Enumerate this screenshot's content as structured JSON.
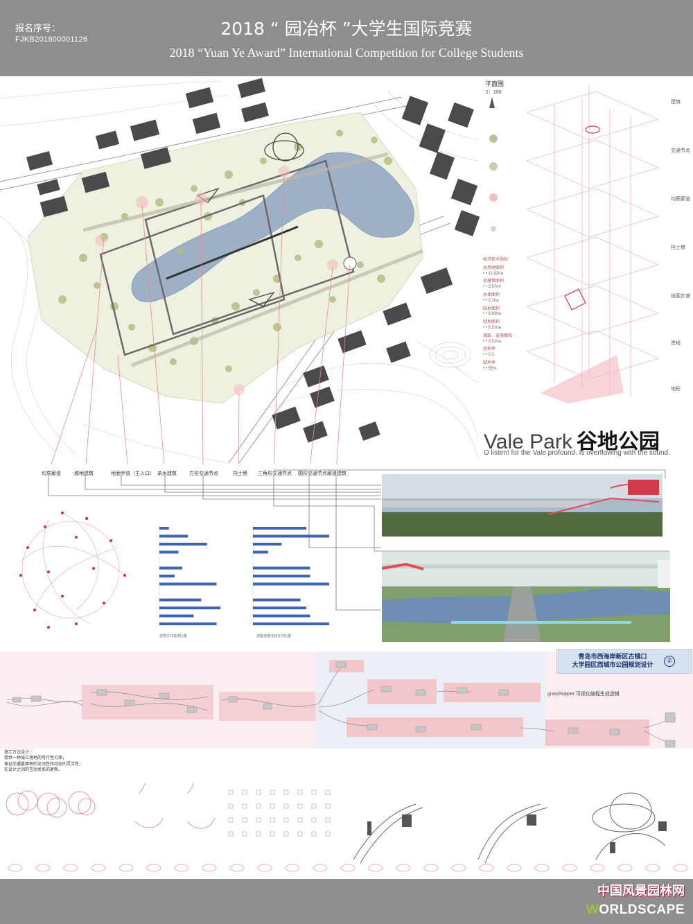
{
  "header": {
    "reg_label": "报名序号：",
    "reg_id": "FJKB201800001126",
    "title_cn": "2018 “ 园冶杯 ”大学生国际竞赛",
    "title_en": "2018 “Yuan Ye Award” International Competition for College Students"
  },
  "plan": {
    "title": "平面图",
    "scale": "1：100"
  },
  "econ": {
    "title": "经济技术指标",
    "rows": [
      {
        "label": "总用地面积",
        "value": "• • 11.82ha"
      },
      {
        "label": "总建筑面积",
        "value": "• • 3.67m²"
      },
      {
        "label": "水体面积",
        "value": "• • 3.2ha"
      },
      {
        "label": "陆地面积",
        "value": "• • 8.62ha"
      },
      {
        "label": "绿地面积",
        "value": "• • 6.51ha"
      },
      {
        "label": "铺装、设施面积",
        "value": "• • 0.51ha"
      },
      {
        "label": "容积率",
        "value": "• • 0.3"
      },
      {
        "label": "绿地率",
        "value": "• • 55%"
      }
    ]
  },
  "layers": [
    "建筑",
    "交通节点",
    "均质廊道",
    "挡土墙",
    "地面步道",
    "岸线",
    "地形"
  ],
  "vale_park": {
    "en": "Vale Park",
    "cn": "谷地公园",
    "subtitle": "O listen! for the Vale profound. Is overflowing with the sound."
  },
  "callouts": [
    "均质廊道",
    "坡地建筑",
    "地面步道（主入口）",
    "亲水建筑",
    "方形交通节点",
    "挡土墙",
    "三角形交通节点",
    "圆形交通节点",
    "廊道建筑"
  ],
  "project": {
    "line1": "青岛市西海岸新区古镇口",
    "line2": "大学园区西城市公园规划设计",
    "num": "②"
  },
  "grasshopper_note": "grasshopper 可视化编程生成逻辑",
  "method": {
    "title": "施工方法设计：",
    "lines": [
      "提供一种施工落地的可行性方案，",
      "保证交通量面积的流动性和动态的灵活性，",
      "在设计之间的互动关系的更新。"
    ]
  },
  "charts": {
    "caption_left": "游憩方式需求比重",
    "caption_right": "游客游憩活动方式比重",
    "left": [
      5,
      15,
      25,
      10,
      0,
      12,
      8,
      30,
      0,
      22,
      32,
      18,
      30
    ],
    "right": [
      28,
      40,
      15,
      8,
      0,
      30,
      30,
      40,
      0,
      25,
      28,
      30,
      40
    ],
    "bar_color": "#3e63b2"
  },
  "colors": {
    "band": "#8e8e8e",
    "accent": "#e25a64",
    "water": "#7f98b4",
    "green": "#a9b877"
  }
}
